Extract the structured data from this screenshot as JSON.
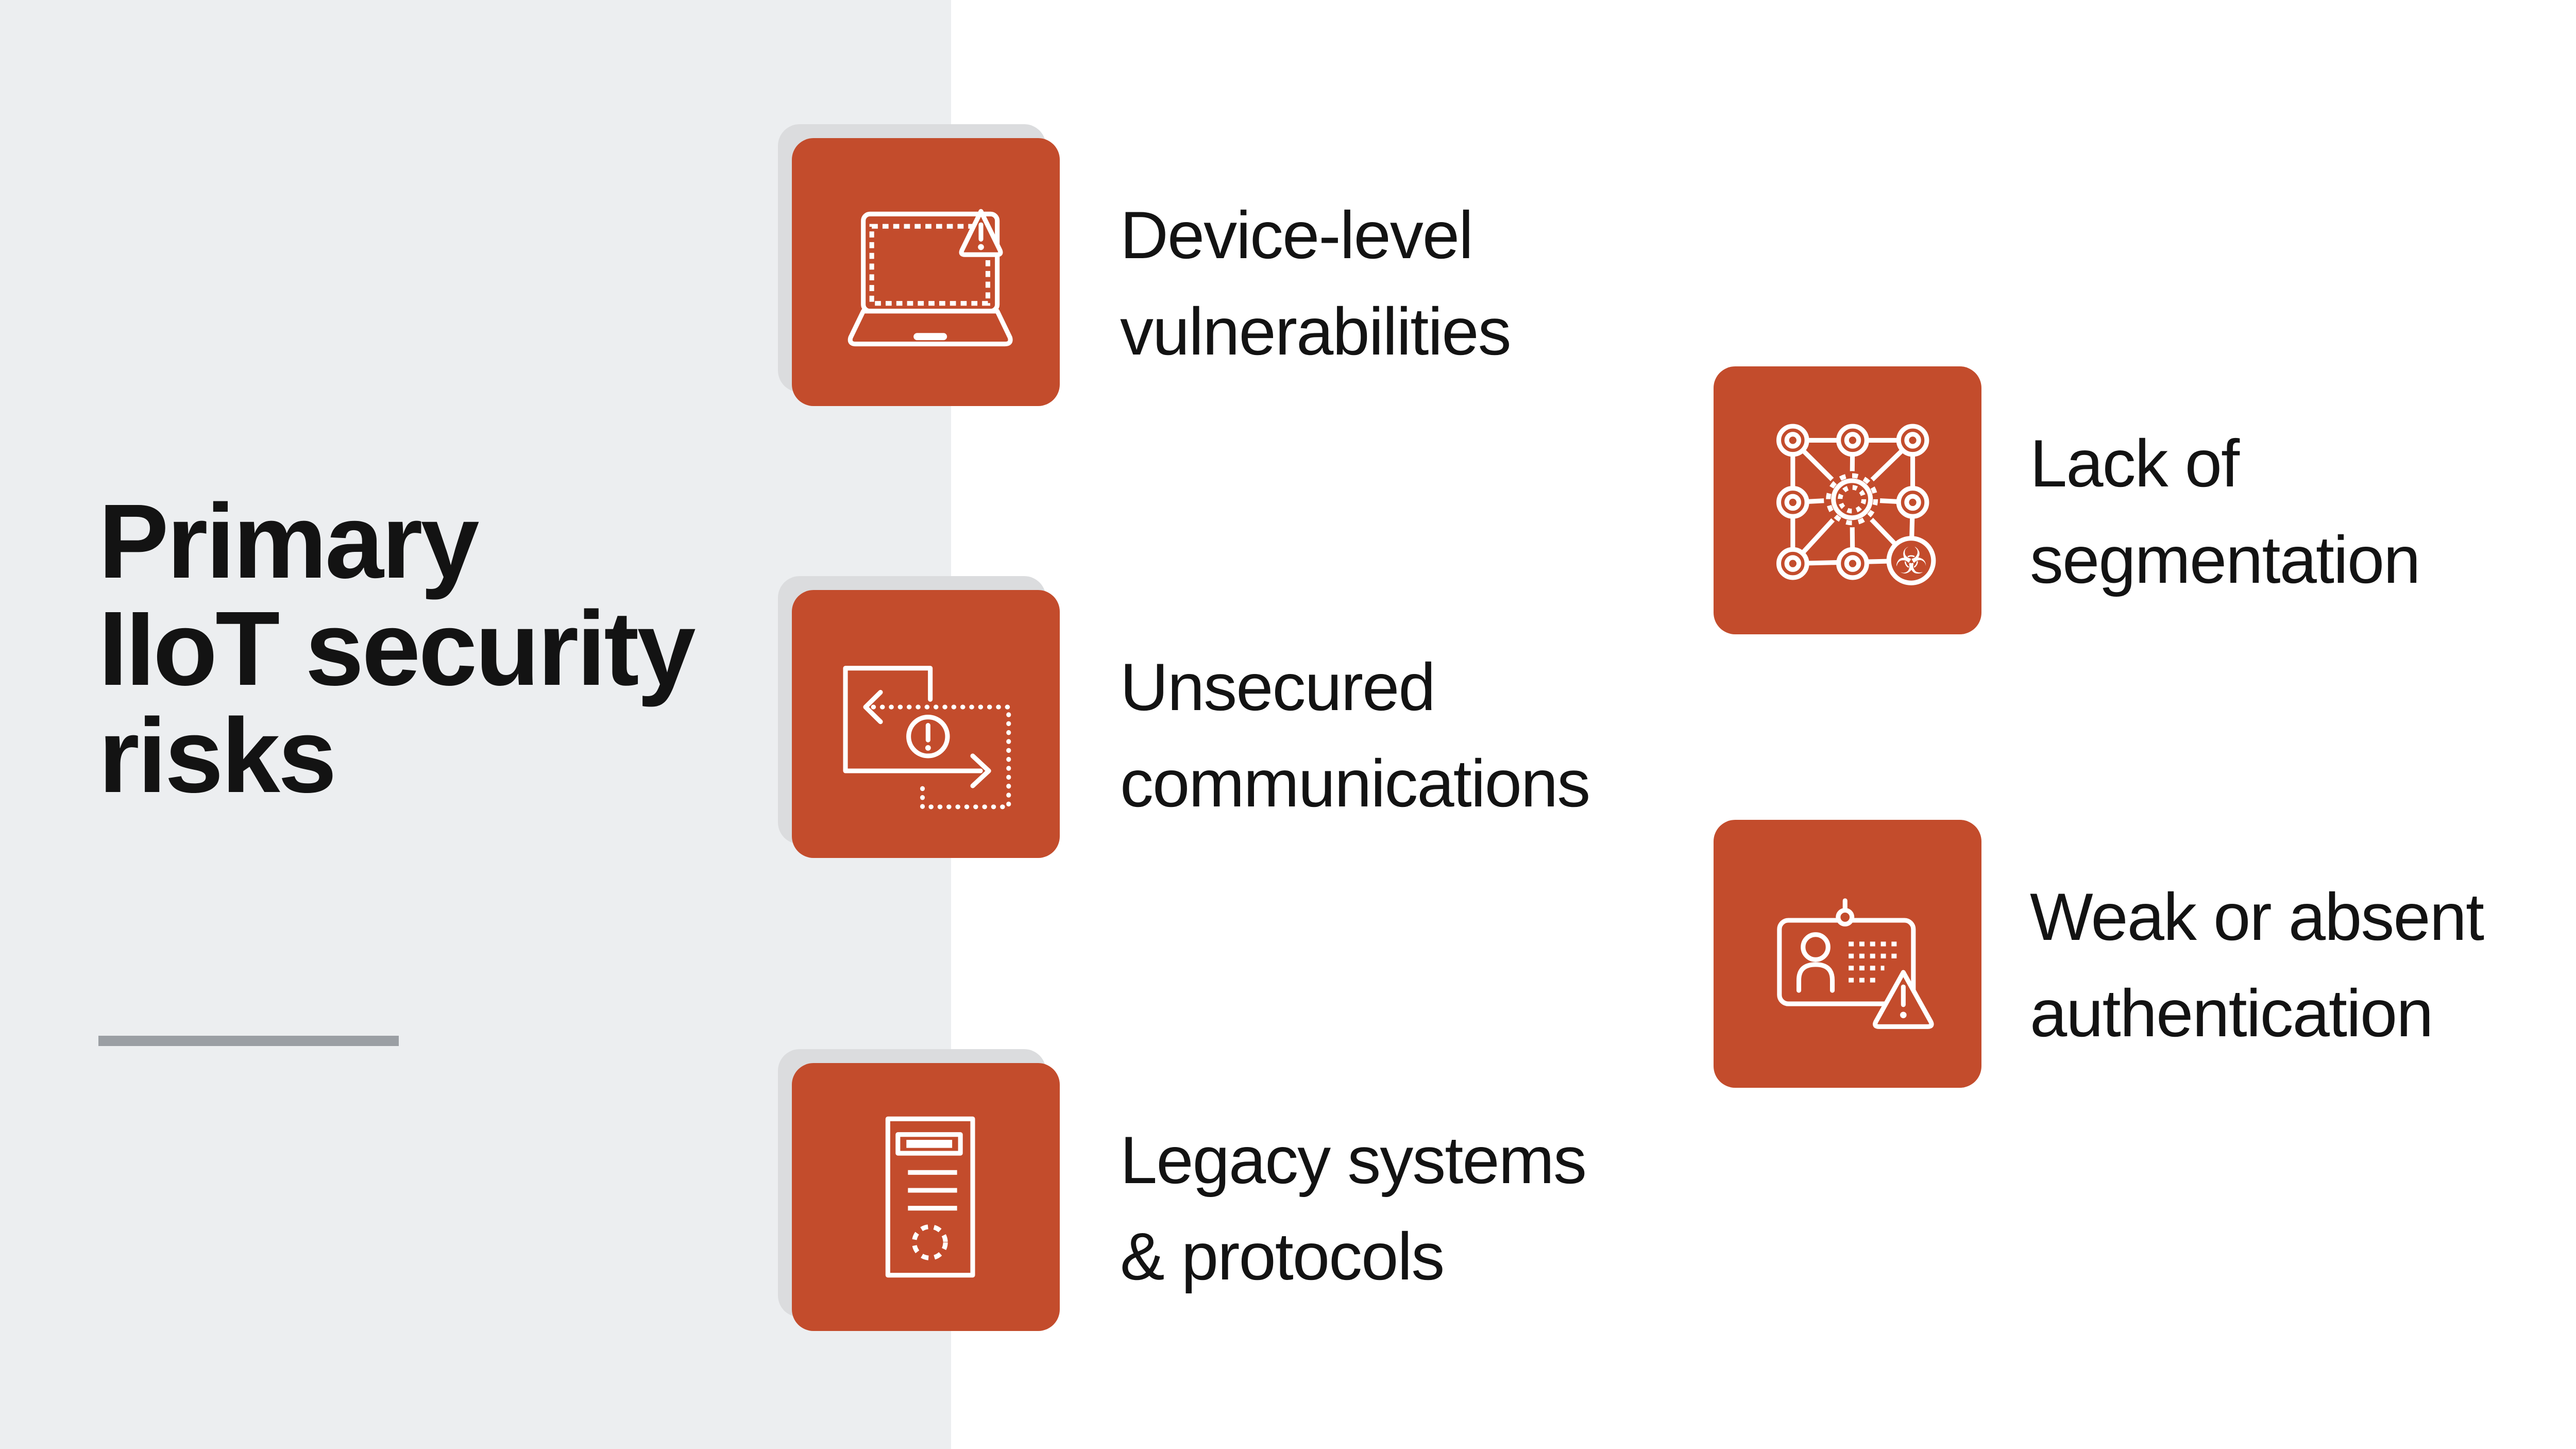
{
  "theme": {
    "page_bg": "#FFFFFF",
    "panel_bg": "#ECEEF0",
    "tile_color": "#C34C2C",
    "shadow_color": "#DBDCDE",
    "underline_color": "#9B9FA4",
    "text_color": "#131313",
    "icon_stroke": "#FFFFFF"
  },
  "title": {
    "lines": [
      "Primary",
      "IIoT security",
      "risks"
    ]
  },
  "risks": [
    {
      "icon": "laptop-warning-icon",
      "label_lines": [
        "Device-level",
        "vulnerabilities"
      ]
    },
    {
      "icon": "data-exchange-warning-icon",
      "label_lines": [
        "Unsecured",
        "communications"
      ]
    },
    {
      "icon": "server-tower-icon",
      "label_lines": [
        "Legacy systems",
        "& protocols"
      ]
    },
    {
      "icon": "network-gear-biohazard-icon",
      "label_lines": [
        "Lack of",
        "segmentation"
      ]
    },
    {
      "icon": "id-badge-warning-icon",
      "label_lines": [
        "Weak or absent",
        "authentication"
      ]
    }
  ]
}
